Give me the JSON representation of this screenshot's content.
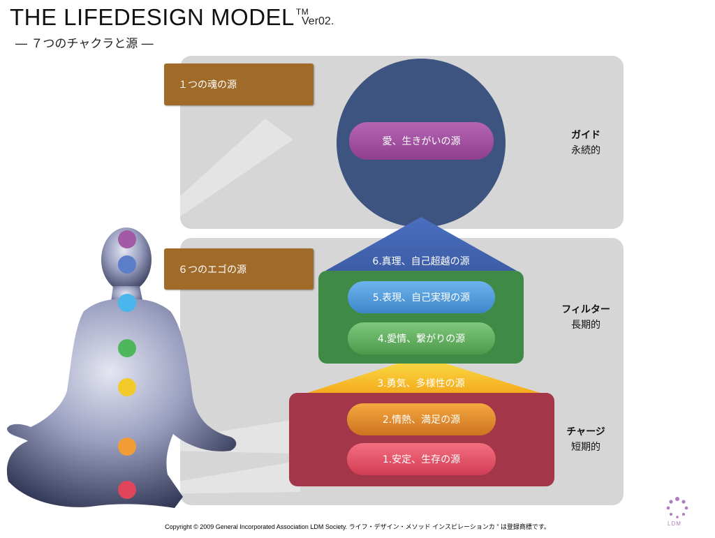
{
  "header": {
    "title": "THE LIFEDESIGN MODEL",
    "trademark": "TM",
    "version": "Ver02.",
    "subtitle": "― ７つのチャクラと源 ―"
  },
  "sources": {
    "soul_box": "１つの魂の源",
    "ego_box": "６つのエゴの源"
  },
  "guide": {
    "circle_label": "愛、生きがいの源",
    "heading": "ガイド",
    "subheading": "永続的"
  },
  "filter": {
    "triangle_label": "6.真理、自己超越の源",
    "pill_top": "5.表現、自己実現の源",
    "pill_bottom": "4.愛情、繋がりの源",
    "heading": "フィルター",
    "subheading": "長期的"
  },
  "charge": {
    "triangle_label": "3.勇気、多様性の源",
    "pill_top": "2.情熱、満足の源",
    "pill_bottom": "1.安定、生存の源",
    "heading": "チャージ",
    "subheading": "短期的"
  },
  "chakra_colors": [
    "#a35aa6",
    "#5a7ec7",
    "#4ab6ee",
    "#4fb75b",
    "#f2cb2a",
    "#f29c36",
    "#e0455c"
  ],
  "colors": {
    "guide_circle": "#3d5480",
    "filter_box": "#3f8a46",
    "charge_box": "#a33648",
    "charge_triangle": "#f6b21a",
    "brown_box": "#a06a29"
  },
  "footer": {
    "copyright": "Copyright © 2009 General Incorporated Association LDM Society. ライフ・デザイン・メソッド インスピレーションカ ” は登録商標です。",
    "logo_text": "LDM"
  }
}
